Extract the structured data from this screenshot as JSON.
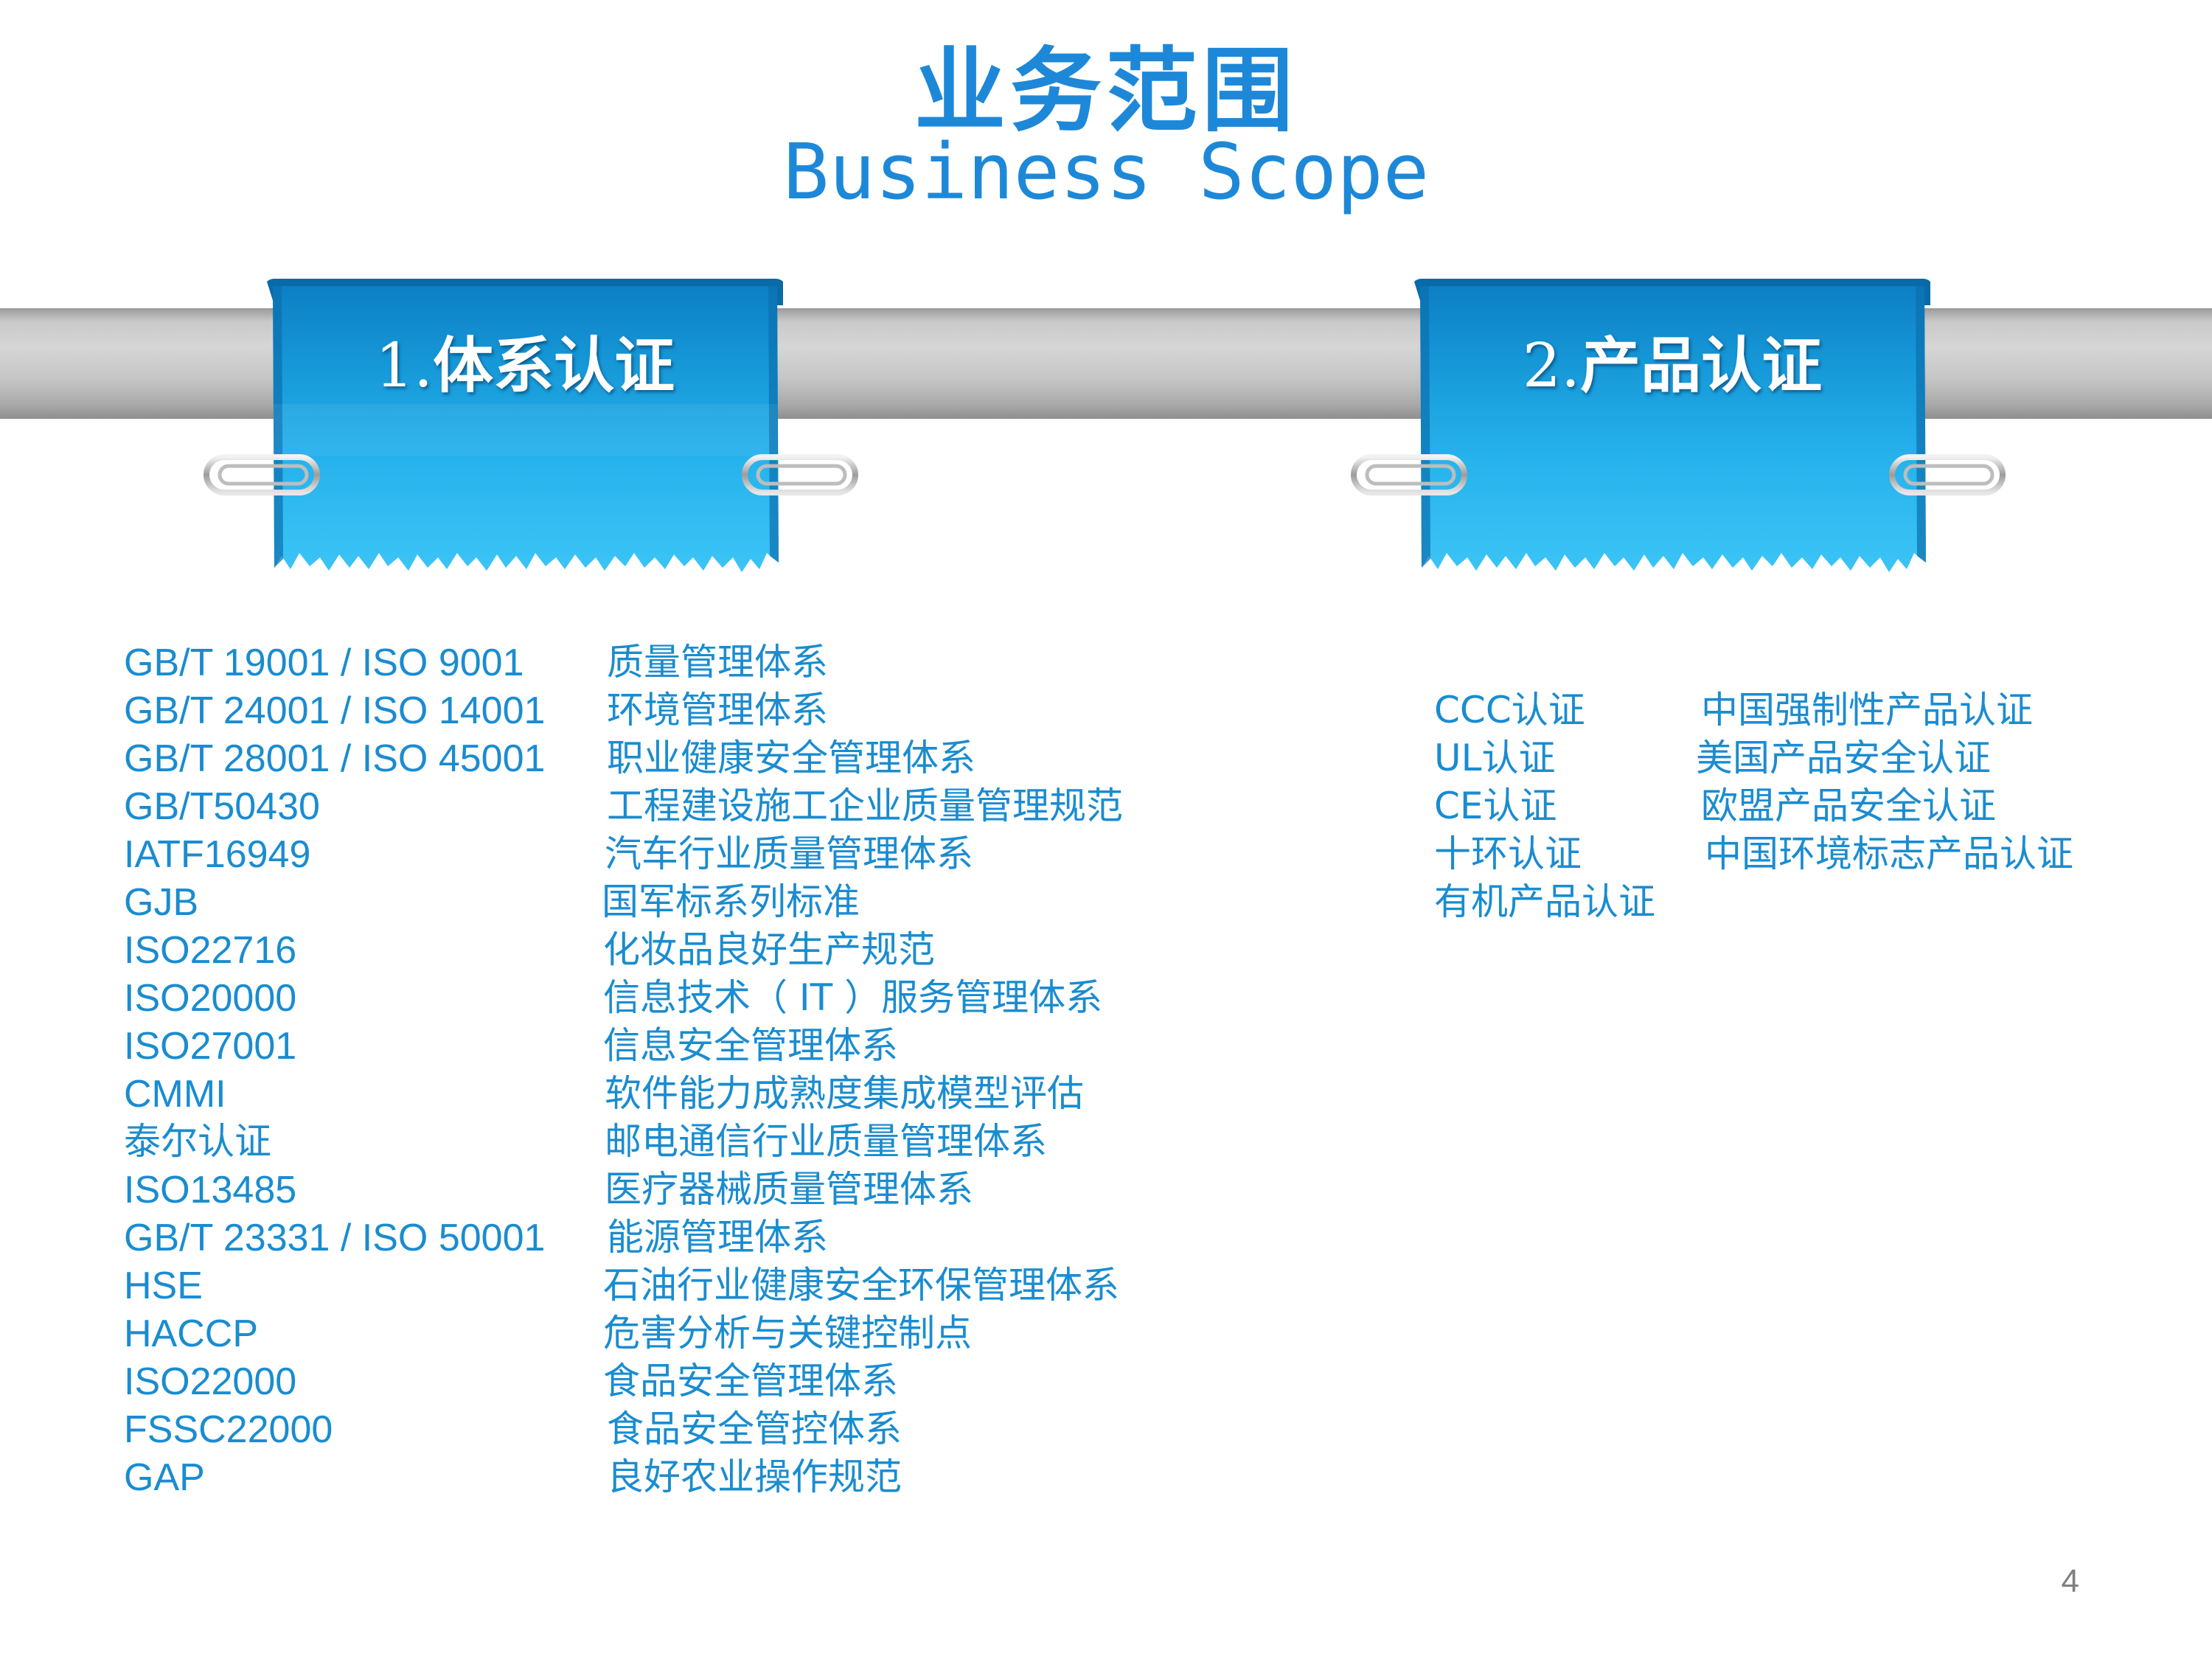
{
  "title": {
    "zh": "业务范围",
    "en": "Business Scope"
  },
  "sections": [
    {
      "number": "1.",
      "label": "体系认证",
      "items": [
        {
          "code": "GB/T 19001 / ISO 9001",
          "desc": "质量管理体系"
        },
        {
          "code": "GB/T 24001 / ISO 14001",
          "desc": "环境管理体系"
        },
        {
          "code": "GB/T 28001 / ISO 45001",
          "desc": "职业健康安全管理体系"
        },
        {
          "code": "GB/T50430",
          "desc": "工程建设施工企业质量管理规范"
        },
        {
          "code": "IATF16949",
          "desc": "汽车行业质量管理体系"
        },
        {
          "code": "GJB",
          "desc": "国军标系列标准"
        },
        {
          "code": "ISO22716",
          "desc": "化妆品良好生产规范"
        },
        {
          "code": "ISO20000",
          "desc": "信息技术（ IT ）服务管理体系"
        },
        {
          "code": "ISO27001",
          "desc": "信息安全管理体系"
        },
        {
          "code": "CMMI",
          "desc": "软件能力成熟度集成模型评估"
        },
        {
          "code": "泰尔认证",
          "desc": "邮电通信行业质量管理体系"
        },
        {
          "code": "ISO13485",
          "desc": "医疗器械质量管理体系"
        },
        {
          "code": "GB/T 23331 / ISO 50001",
          "desc": "能源管理体系"
        },
        {
          "code": "HSE",
          "desc": "石油行业健康安全环保管理体系"
        },
        {
          "code": "HACCP",
          "desc": "危害分析与关键控制点"
        },
        {
          "code": "ISO22000",
          "desc": "食品安全管理体系"
        },
        {
          "code": "FSSC22000",
          "desc": "食品安全管控体系"
        },
        {
          "code": "GAP",
          "desc": "良好农业操作规范"
        }
      ]
    },
    {
      "number": "2.",
      "label": "产品认证",
      "items": [
        {
          "code": "CCC认证",
          "desc": "中国强制性产品认证"
        },
        {
          "code": "UL认证",
          "desc": "美国产品安全认证"
        },
        {
          "code": "CE认证",
          "desc": "欧盟产品安全认证"
        },
        {
          "code": "十环认证",
          "desc": "中国环境标志产品认证"
        },
        {
          "code": "有机产品认证",
          "desc": ""
        }
      ]
    }
  ],
  "page_number": "4",
  "colors": {
    "accent": "#1e88d8",
    "text": "#1a8cd0",
    "banner": "#1fa3e0",
    "pipe": "#c8c8c8"
  }
}
